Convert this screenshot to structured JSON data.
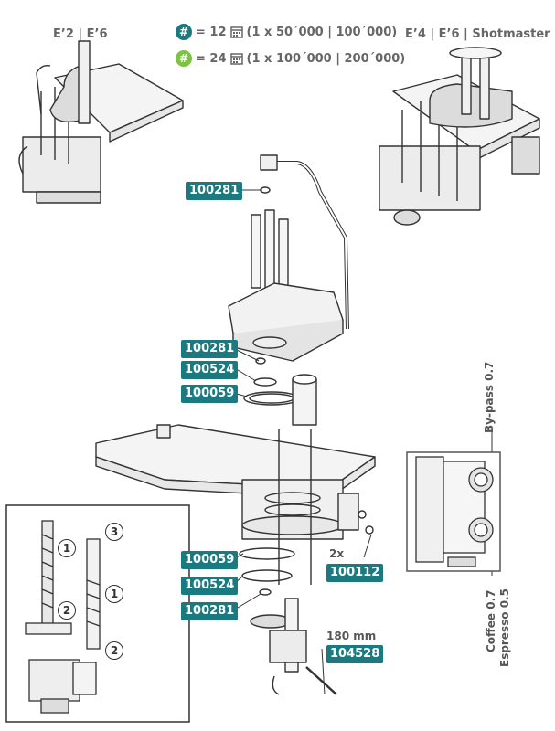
{
  "header": {
    "left_title": "E’2 | E’6",
    "right_title": "E’4 | E’6 | Shotmaster",
    "legend": [
      {
        "symbol": "#",
        "color": "#1b7a80",
        "text": "= 12",
        "detail": "(1 x 50´000 | 100´000)"
      },
      {
        "symbol": "#",
        "color": "#7cc243",
        "text": "= 24",
        "detail": "(1 x 100´000 | 200´000)"
      }
    ]
  },
  "parts": {
    "p1": "100281",
    "p2": "100281",
    "p3": "100524",
    "p4": "100059",
    "p5": "100059",
    "p6": "100524",
    "p7": "100281",
    "p8": "100112",
    "p9": "104528"
  },
  "labels": {
    "qty": "2x",
    "length": "180 mm",
    "bypass": "By-pass 0.7",
    "coffee": "Coffee 0.7",
    "espresso": "Espresso 0.5"
  },
  "inset_steps": [
    "1",
    "2",
    "3",
    "1",
    "2"
  ],
  "colors": {
    "accent": "#1b7a80",
    "green": "#7cc243"
  }
}
